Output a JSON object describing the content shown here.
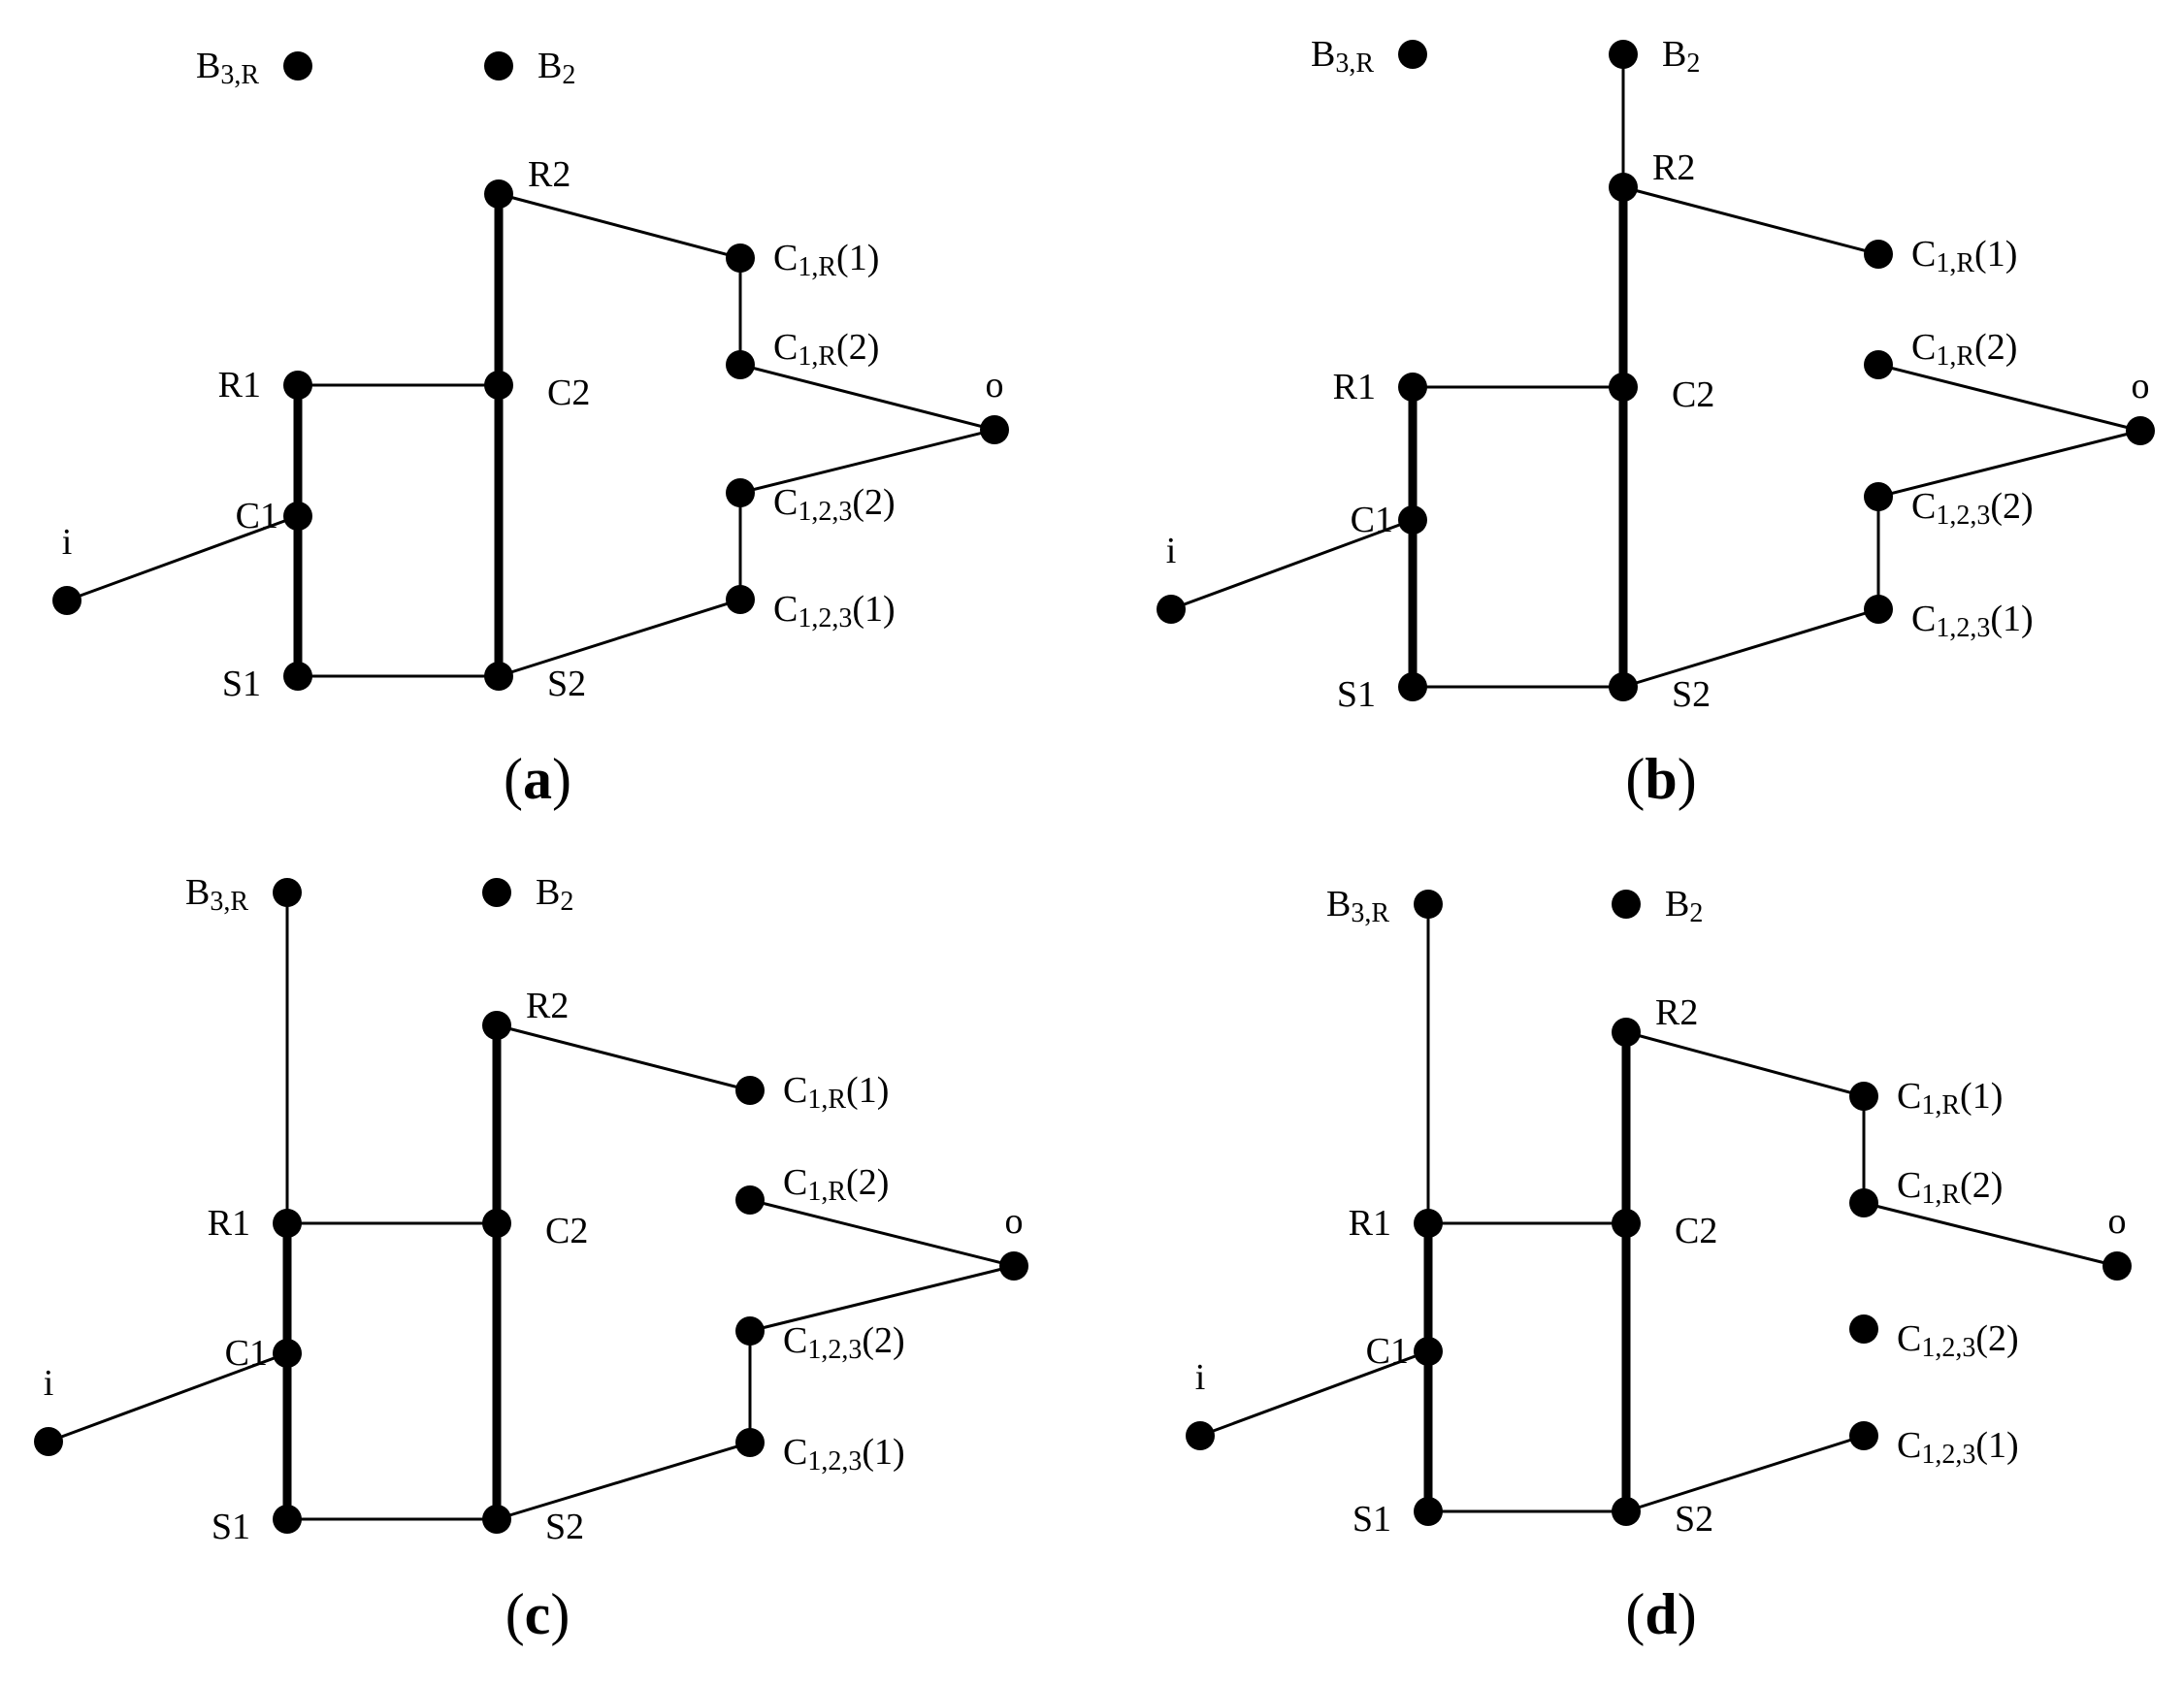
{
  "node_labels": {
    "B3R": {
      "main": "B",
      "sub": "3,R"
    },
    "B2": {
      "main": "B",
      "sub": "2"
    },
    "R2": {
      "main": "R2",
      "sub": ""
    },
    "C1R1": {
      "main": "C",
      "sub": "1,R",
      "tail": "(1)"
    },
    "C1R2": {
      "main": "C",
      "sub": "1,R",
      "tail": "(2)"
    },
    "R1": {
      "main": "R1",
      "sub": ""
    },
    "C2": {
      "main": "C2",
      "sub": ""
    },
    "o": {
      "main": "o",
      "sub": ""
    },
    "i": {
      "main": "i",
      "sub": ""
    },
    "C1": {
      "main": "C1",
      "sub": ""
    },
    "C123_2": {
      "main": "C",
      "sub": "1,2,3",
      "tail": "(2)"
    },
    "C123_1": {
      "main": "C",
      "sub": "1,2,3",
      "tail": "(1)"
    },
    "S1": {
      "main": "S1",
      "sub": ""
    },
    "S2": {
      "main": "S2",
      "sub": ""
    }
  },
  "panels": [
    {
      "id": "a",
      "caption": "a",
      "thin_edges": [
        [
          "i",
          "C1"
        ],
        [
          "R1",
          "C2"
        ],
        [
          "S1",
          "S2"
        ],
        [
          "R2",
          "C1R1"
        ],
        [
          "C1R1",
          "C1R2"
        ],
        [
          "C1R2",
          "o"
        ],
        [
          "C123_2",
          "o"
        ],
        [
          "C123_2",
          "C123_1"
        ],
        [
          "S2",
          "C123_1"
        ]
      ],
      "thick_edges": [
        [
          "R1",
          "S1"
        ],
        [
          "R2",
          "S2"
        ]
      ]
    },
    {
      "id": "b",
      "caption": "b",
      "thin_edges": [
        [
          "i",
          "C1"
        ],
        [
          "R1",
          "C2"
        ],
        [
          "S1",
          "S2"
        ],
        [
          "B2",
          "R2"
        ],
        [
          "R2",
          "C1R1"
        ],
        [
          "C1R2",
          "o"
        ],
        [
          "C123_2",
          "o"
        ],
        [
          "C123_2",
          "C123_1"
        ],
        [
          "S2",
          "C123_1"
        ]
      ],
      "thick_edges": [
        [
          "R1",
          "S1"
        ],
        [
          "R2",
          "S2"
        ]
      ]
    },
    {
      "id": "c",
      "caption": "c",
      "thin_edges": [
        [
          "i",
          "C1"
        ],
        [
          "R1",
          "C2"
        ],
        [
          "S1",
          "S2"
        ],
        [
          "B3R",
          "R1"
        ],
        [
          "R2",
          "C1R1"
        ],
        [
          "C1R2",
          "o"
        ],
        [
          "C123_2",
          "o"
        ],
        [
          "C123_2",
          "C123_1"
        ],
        [
          "S2",
          "C123_1"
        ]
      ],
      "thick_edges": [
        [
          "R1",
          "S1"
        ],
        [
          "R2",
          "S2"
        ]
      ]
    },
    {
      "id": "d",
      "caption": "d",
      "thin_edges": [
        [
          "i",
          "C1"
        ],
        [
          "R1",
          "C2"
        ],
        [
          "S1",
          "S2"
        ],
        [
          "B3R",
          "R1"
        ],
        [
          "R2",
          "C1R1"
        ],
        [
          "C1R1",
          "C1R2"
        ],
        [
          "C1R2",
          "o"
        ],
        [
          "S2",
          "C123_1"
        ]
      ],
      "thick_edges": [
        [
          "R1",
          "S1"
        ],
        [
          "R2",
          "S2"
        ]
      ]
    }
  ]
}
